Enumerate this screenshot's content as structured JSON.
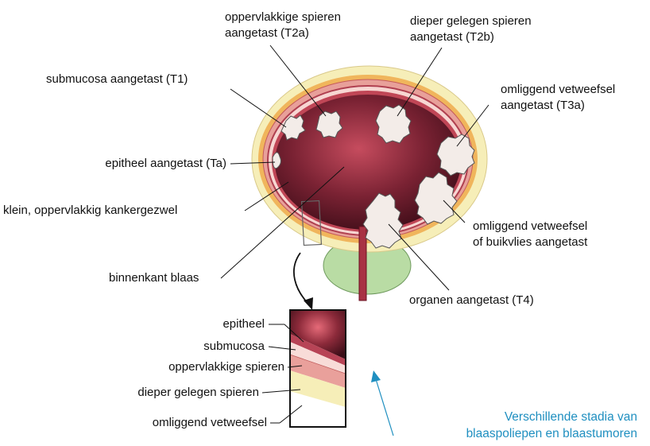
{
  "labels": {
    "t2a": [
      "oppervlakkige spieren",
      "aangetast (T2a)"
    ],
    "t2b": [
      "dieper gelegen spieren",
      "aangetast (T2b)"
    ],
    "t1": "submucosa aangetast (T1)",
    "t3a": [
      "omliggend vetweefsel",
      "aangetast (T3a)"
    ],
    "ta": "epitheel aangetast (Ta)",
    "small_tumor": "klein, oppervlakkig kankergezwel",
    "t3b": [
      "omliggend vetweefsel",
      "of buikvlies aangetast"
    ],
    "inside": "binnenkant blaas",
    "t4": "organen aangetast (T4)"
  },
  "layers": {
    "epitheel": "epitheel",
    "submucosa": "submucosa",
    "surface_muscle": "oppervlakkige spieren",
    "deep_muscle": "dieper gelegen spieren",
    "fat": "omliggend vetweefsel"
  },
  "caption": [
    "Verschillende stadia van",
    "blaaspoliepen en blaastumoren"
  ],
  "colors": {
    "caption": "#1f8fc0",
    "bladder_inside": "#5a1522",
    "muscle": "#e8a09a",
    "fat": "#f6eeb8",
    "prostate": "#b9dca4"
  }
}
